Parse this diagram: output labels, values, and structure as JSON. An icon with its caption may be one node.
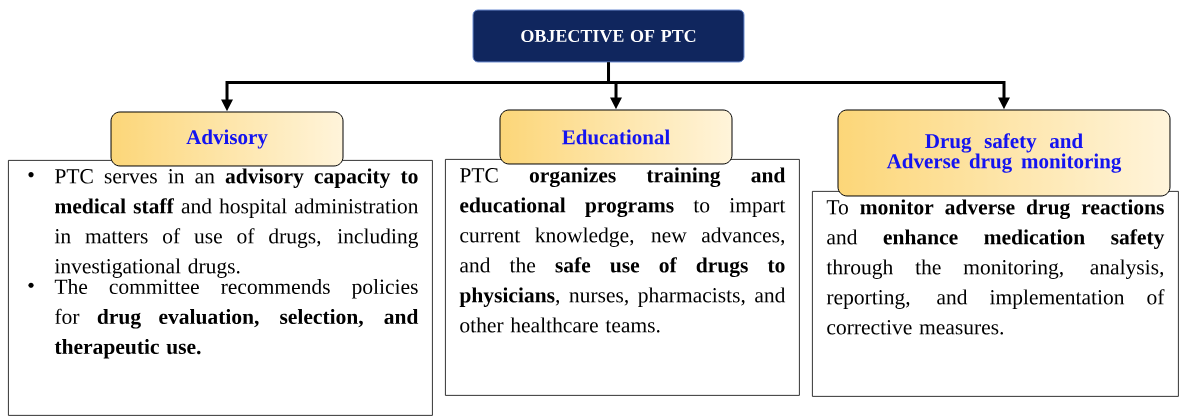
{
  "diagram": {
    "nodes": [
      {
        "text": [
          "OBJECTIVE OF PTC"
        ]
      },
      {
        "text": [
          "Advisory"
        ]
      },
      {
        "text": [
          "PTC serves in an **advisory capacity to medical staff** and hospital administration in matters of use of drugs, including investigational drugs.",
          "The committee recommends policies for **drug evaluation, selection, and therapeutic use.**"
        ]
      },
      {
        "text": [
          "Educational"
        ]
      },
      {
        "text": [
          "PTC **organizes training and educational programs** to impart current knowledge, new advances, and the **safe use of drugs to physicians**, nurses, pharmacists, and other healthcare teams."
        ]
      },
      {
        "text": [
          "Drug safety and Adverse drug monitoring"
        ]
      },
      {
        "text": [
          "To **monitor adverse drug reactions** and **enhance medication safety** through the monitoring, analysis, reporting, and implementation of corrective measures."
        ]
      }
    ],
    "edges": [
      {
        "from": 0,
        "to": 1,
        "arrow": "to"
      },
      {
        "from": 0,
        "to": 3,
        "arrow": "to"
      },
      {
        "from": 0,
        "to": 5,
        "arrow": "to"
      }
    ]
  }
}
